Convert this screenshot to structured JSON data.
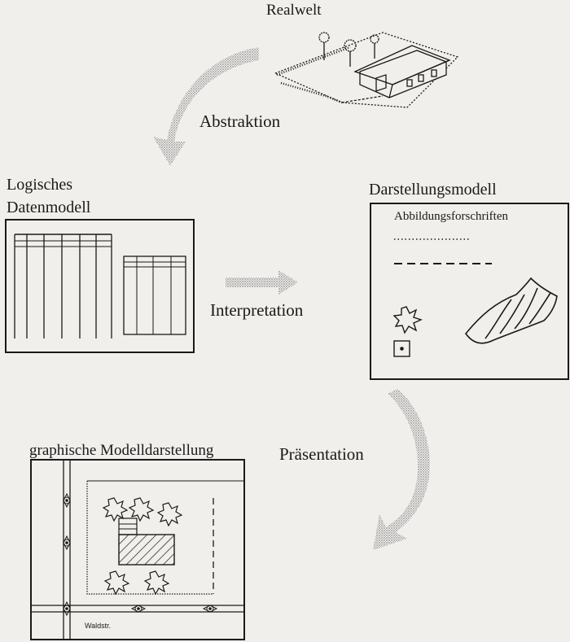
{
  "labels": {
    "realwelt": "Realwelt",
    "abstraktion": "Abstraktion",
    "logisches_line1": "Logisches",
    "logisches_line2": "Datenmodell",
    "darstellungsmodell": "Darstellungsmodell",
    "interpretation": "Interpretation",
    "graphische_modelldarstellung": "graphische Modelldarstellung",
    "praesentation": "Präsentation",
    "abbildungsvorschriften": "Abbildungsforschriften",
    "strasse": "Waldstr."
  },
  "icons": {
    "house": "house-illustration",
    "star": "star-symbol-icon",
    "point": "point-symbol-icon",
    "terrain": "terrain-patch-icon"
  },
  "colors": {
    "ink": "#1a1a1a",
    "background": "#f1efec",
    "arrow_stipple": "#9a9a9a"
  }
}
